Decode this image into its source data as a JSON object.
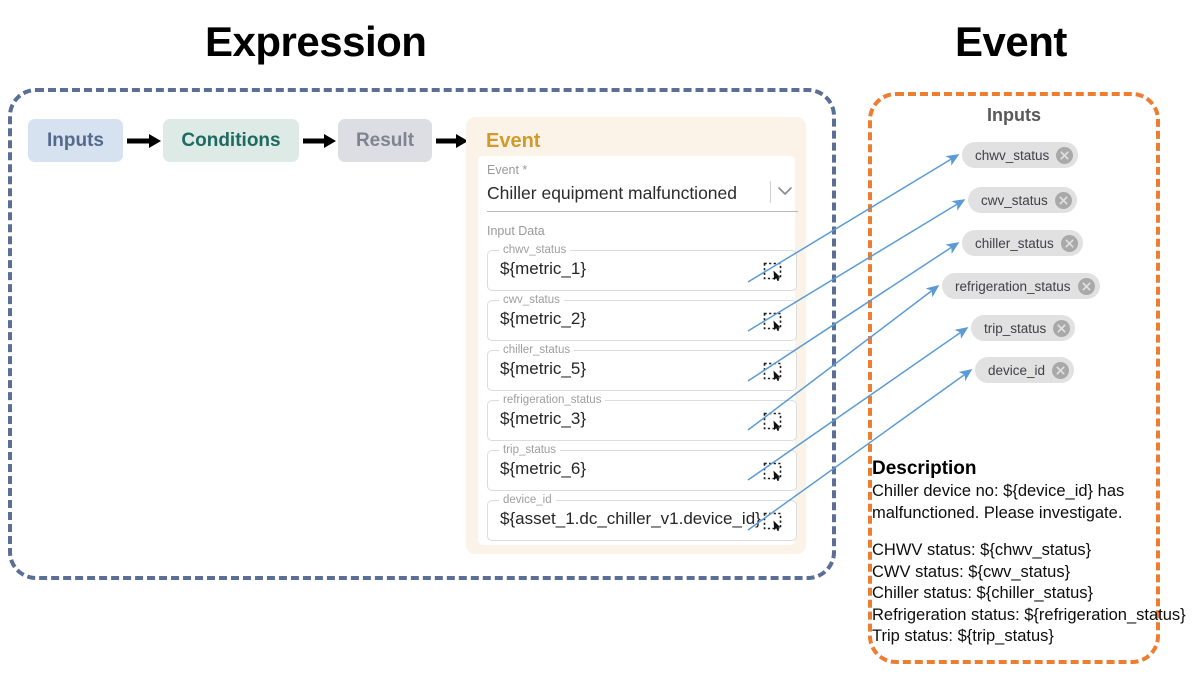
{
  "titles": {
    "left": "Expression",
    "right": "Event"
  },
  "pipeline": {
    "stages": [
      {
        "label": "Inputs",
        "color": "#d6e2f0",
        "text_color": "#55698c"
      },
      {
        "label": "Conditions",
        "color": "#ddeae6",
        "text_color": "#1d6a61"
      },
      {
        "label": "Result",
        "color": "#dcdee3",
        "text_color": "#808491"
      }
    ],
    "arrow_icon": "arrow-right-icon"
  },
  "event_card": {
    "title": "Event",
    "select": {
      "label": "Event *",
      "value": "Chiller equipment malfunctioned",
      "caret_icon": "chevron-down-icon"
    },
    "input_data_label": "Input Data",
    "fields": [
      {
        "label": "chwv_status",
        "value": "${metric_1}",
        "picker_icon": "select-element-icon"
      },
      {
        "label": "cwv_status",
        "value": "${metric_2}",
        "picker_icon": "select-element-icon"
      },
      {
        "label": "chiller_status",
        "value": "${metric_5}",
        "picker_icon": "select-element-icon"
      },
      {
        "label": "refrigeration_status",
        "value": "${metric_3}",
        "picker_icon": "select-element-icon"
      },
      {
        "label": "trip_status",
        "value": "${metric_6}",
        "picker_icon": "select-element-icon"
      },
      {
        "label": "device_id",
        "value": "${asset_1.dc_chiller_v1.device_id}",
        "picker_icon": "select-element-icon"
      }
    ]
  },
  "event_panel": {
    "inputs_heading": "Inputs",
    "chips": [
      {
        "label": "chwv_status",
        "remove_icon": "close-circle-icon"
      },
      {
        "label": "cwv_status",
        "remove_icon": "close-circle-icon"
      },
      {
        "label": "chiller_status",
        "remove_icon": "close-circle-icon"
      },
      {
        "label": "refrigeration_status",
        "remove_icon": "close-circle-icon"
      },
      {
        "label": "trip_status",
        "remove_icon": "close-circle-icon"
      },
      {
        "label": "device_id",
        "remove_icon": "close-circle-icon"
      }
    ],
    "description": {
      "title": "Description",
      "lines": [
        "Chiller device no: ${device_id} has",
        "malfunctioned.  Please investigate.",
        "",
        "CHWV status: ${chwv_status}",
        "CWV status: ${cwv_status}",
        "Chiller status: ${chiller_status}",
        "Refrigeration status: ${refrigeration_status}",
        "Trip status: ${trip_status}"
      ]
    }
  },
  "colors": {
    "expression_border": "#5b6e96",
    "event_border": "#ed7d31",
    "event_card_bg": "#fbf3e7",
    "event_title": "#d09a2c",
    "connector": "#5b9bd5",
    "chip_bg": "#e1e1e1"
  }
}
